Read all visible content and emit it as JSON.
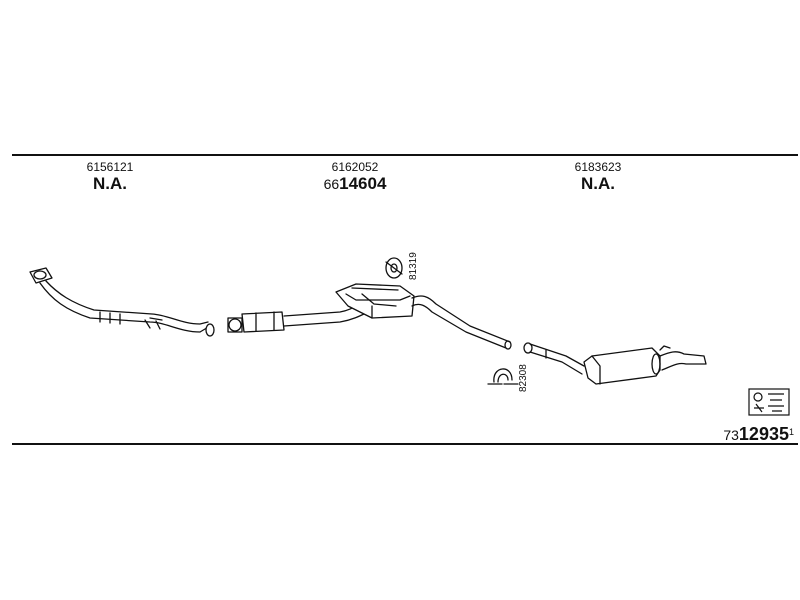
{
  "columns": [
    {
      "part_number": "6156121",
      "status": "N.A."
    },
    {
      "part_number": "6162052",
      "status_prefix": "66",
      "status_main": "14604"
    },
    {
      "part_number": "6183623",
      "status": "N.A."
    }
  ],
  "clamps": [
    {
      "label": "81319"
    },
    {
      "label": "82308"
    }
  ],
  "reference": {
    "prefix": "73",
    "main": "12935",
    "suffix": "1"
  }
}
